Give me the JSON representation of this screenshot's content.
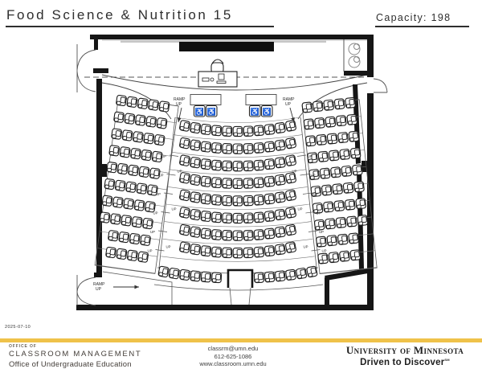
{
  "header": {
    "title": "Food Science & Nutrition 15",
    "capacity": "Capacity: 198"
  },
  "date": "2025-07-10",
  "plan": {
    "labels": {
      "ramp": "RAMP",
      "up": "UP"
    },
    "wheelchair_symbol": "♿",
    "sections": {
      "left": {
        "rows": [
          5,
          5,
          5,
          5,
          5,
          5,
          5,
          5,
          4,
          4
        ]
      },
      "center": {
        "rows": [
          11,
          11,
          11,
          11,
          11,
          11,
          11,
          11
        ],
        "back_row": [
          6,
          6
        ]
      },
      "right": {
        "rows": [
          5,
          5,
          5,
          5,
          5,
          5,
          5,
          5,
          4,
          4
        ]
      }
    },
    "wheelchair_stations": 2,
    "wheelchair_seats_per_station": 2
  },
  "footer": {
    "eyebrow": "OFFICE OF",
    "department": "CLASSROOM MANAGEMENT",
    "suborg": "Office of Undergraduate Education",
    "email": "classrm@umn.edu",
    "phone": "612-625-1086",
    "website": "www.classroom.umn.edu",
    "university": "University of Minnesota",
    "tagline": "Driven to Discover",
    "tagline_mark": "SM"
  },
  "colors": {
    "gold": "#EFC24A",
    "ink": "#161616",
    "maroon": "#7A0019"
  }
}
